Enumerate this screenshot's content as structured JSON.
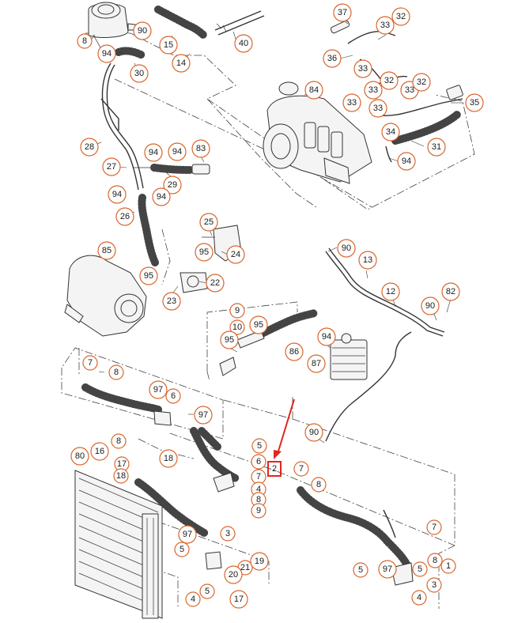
{
  "callouts": [
    {
      "id": "c8a",
      "text": "8"
    },
    {
      "id": "c90a",
      "text": "90"
    },
    {
      "id": "c15",
      "text": "15"
    },
    {
      "id": "c40",
      "text": "40"
    },
    {
      "id": "c94a",
      "text": "94"
    },
    {
      "id": "c30",
      "text": "30"
    },
    {
      "id": "c14",
      "text": "14"
    },
    {
      "id": "c37",
      "text": "37"
    },
    {
      "id": "c33a",
      "text": "33"
    },
    {
      "id": "c32a",
      "text": "32"
    },
    {
      "id": "c36",
      "text": "36"
    },
    {
      "id": "c33b",
      "text": "33"
    },
    {
      "id": "c33c",
      "text": "33"
    },
    {
      "id": "c32b",
      "text": "32"
    },
    {
      "id": "c84",
      "text": "84"
    },
    {
      "id": "c33d",
      "text": "33"
    },
    {
      "id": "c33e",
      "text": "33"
    },
    {
      "id": "c32c",
      "text": "32"
    },
    {
      "id": "c35",
      "text": "35"
    },
    {
      "id": "c33f",
      "text": "33"
    },
    {
      "id": "c34",
      "text": "34"
    },
    {
      "id": "c31",
      "text": "31"
    },
    {
      "id": "c94b",
      "text": "94"
    },
    {
      "id": "c28",
      "text": "28"
    },
    {
      "id": "c94c",
      "text": "94"
    },
    {
      "id": "c94d",
      "text": "94"
    },
    {
      "id": "c83",
      "text": "83"
    },
    {
      "id": "c27",
      "text": "27"
    },
    {
      "id": "c29",
      "text": "29"
    },
    {
      "id": "c94e",
      "text": "94"
    },
    {
      "id": "c94f",
      "text": "94"
    },
    {
      "id": "c26",
      "text": "26"
    },
    {
      "id": "c25",
      "text": "25"
    },
    {
      "id": "c85",
      "text": "85"
    },
    {
      "id": "c95a",
      "text": "95"
    },
    {
      "id": "c24",
      "text": "24"
    },
    {
      "id": "c95b",
      "text": "95"
    },
    {
      "id": "c22",
      "text": "22"
    },
    {
      "id": "c23",
      "text": "23"
    },
    {
      "id": "c90b",
      "text": "90"
    },
    {
      "id": "c13",
      "text": "13"
    },
    {
      "id": "c12",
      "text": "12"
    },
    {
      "id": "c82",
      "text": "82"
    },
    {
      "id": "c90c",
      "text": "90"
    },
    {
      "id": "c9a",
      "text": "9"
    },
    {
      "id": "c10",
      "text": "10"
    },
    {
      "id": "c95c",
      "text": "95"
    },
    {
      "id": "c95d",
      "text": "95"
    },
    {
      "id": "c94g",
      "text": "94"
    },
    {
      "id": "c86",
      "text": "86"
    },
    {
      "id": "c87",
      "text": "87"
    },
    {
      "id": "c7a",
      "text": "7"
    },
    {
      "id": "c8b",
      "text": "8"
    },
    {
      "id": "c97a",
      "text": "97"
    },
    {
      "id": "c6a",
      "text": "6"
    },
    {
      "id": "c97b",
      "text": "97"
    },
    {
      "id": "c90d",
      "text": "90"
    },
    {
      "id": "c80",
      "text": "80"
    },
    {
      "id": "c16",
      "text": "16"
    },
    {
      "id": "c8c",
      "text": "8"
    },
    {
      "id": "c17a",
      "text": "17"
    },
    {
      "id": "c18a",
      "text": "18"
    },
    {
      "id": "c18b",
      "text": "18"
    },
    {
      "id": "c5a",
      "text": "5"
    },
    {
      "id": "c6b",
      "text": "6"
    },
    {
      "id": "c7b",
      "text": "7"
    },
    {
      "id": "c4a",
      "text": "4"
    },
    {
      "id": "c8d",
      "text": "8"
    },
    {
      "id": "c9b",
      "text": "9"
    },
    {
      "id": "c7c",
      "text": "7"
    },
    {
      "id": "c8e",
      "text": "8"
    },
    {
      "id": "c97c",
      "text": "97"
    },
    {
      "id": "c5b",
      "text": "5"
    },
    {
      "id": "c3a",
      "text": "3"
    },
    {
      "id": "c21",
      "text": "21"
    },
    {
      "id": "c19",
      "text": "19"
    },
    {
      "id": "c20",
      "text": "20"
    },
    {
      "id": "c4b",
      "text": "4"
    },
    {
      "id": "c5c",
      "text": "5"
    },
    {
      "id": "c17b",
      "text": "17"
    },
    {
      "id": "c7d",
      "text": "7"
    },
    {
      "id": "c8f",
      "text": "8"
    },
    {
      "id": "c1",
      "text": "1"
    },
    {
      "id": "c5d",
      "text": "5"
    },
    {
      "id": "c97d",
      "text": "97"
    },
    {
      "id": "c5e",
      "text": "5"
    },
    {
      "id": "c3b",
      "text": "3"
    },
    {
      "id": "c4c",
      "text": "4"
    }
  ],
  "highlight": {
    "label": "2"
  }
}
